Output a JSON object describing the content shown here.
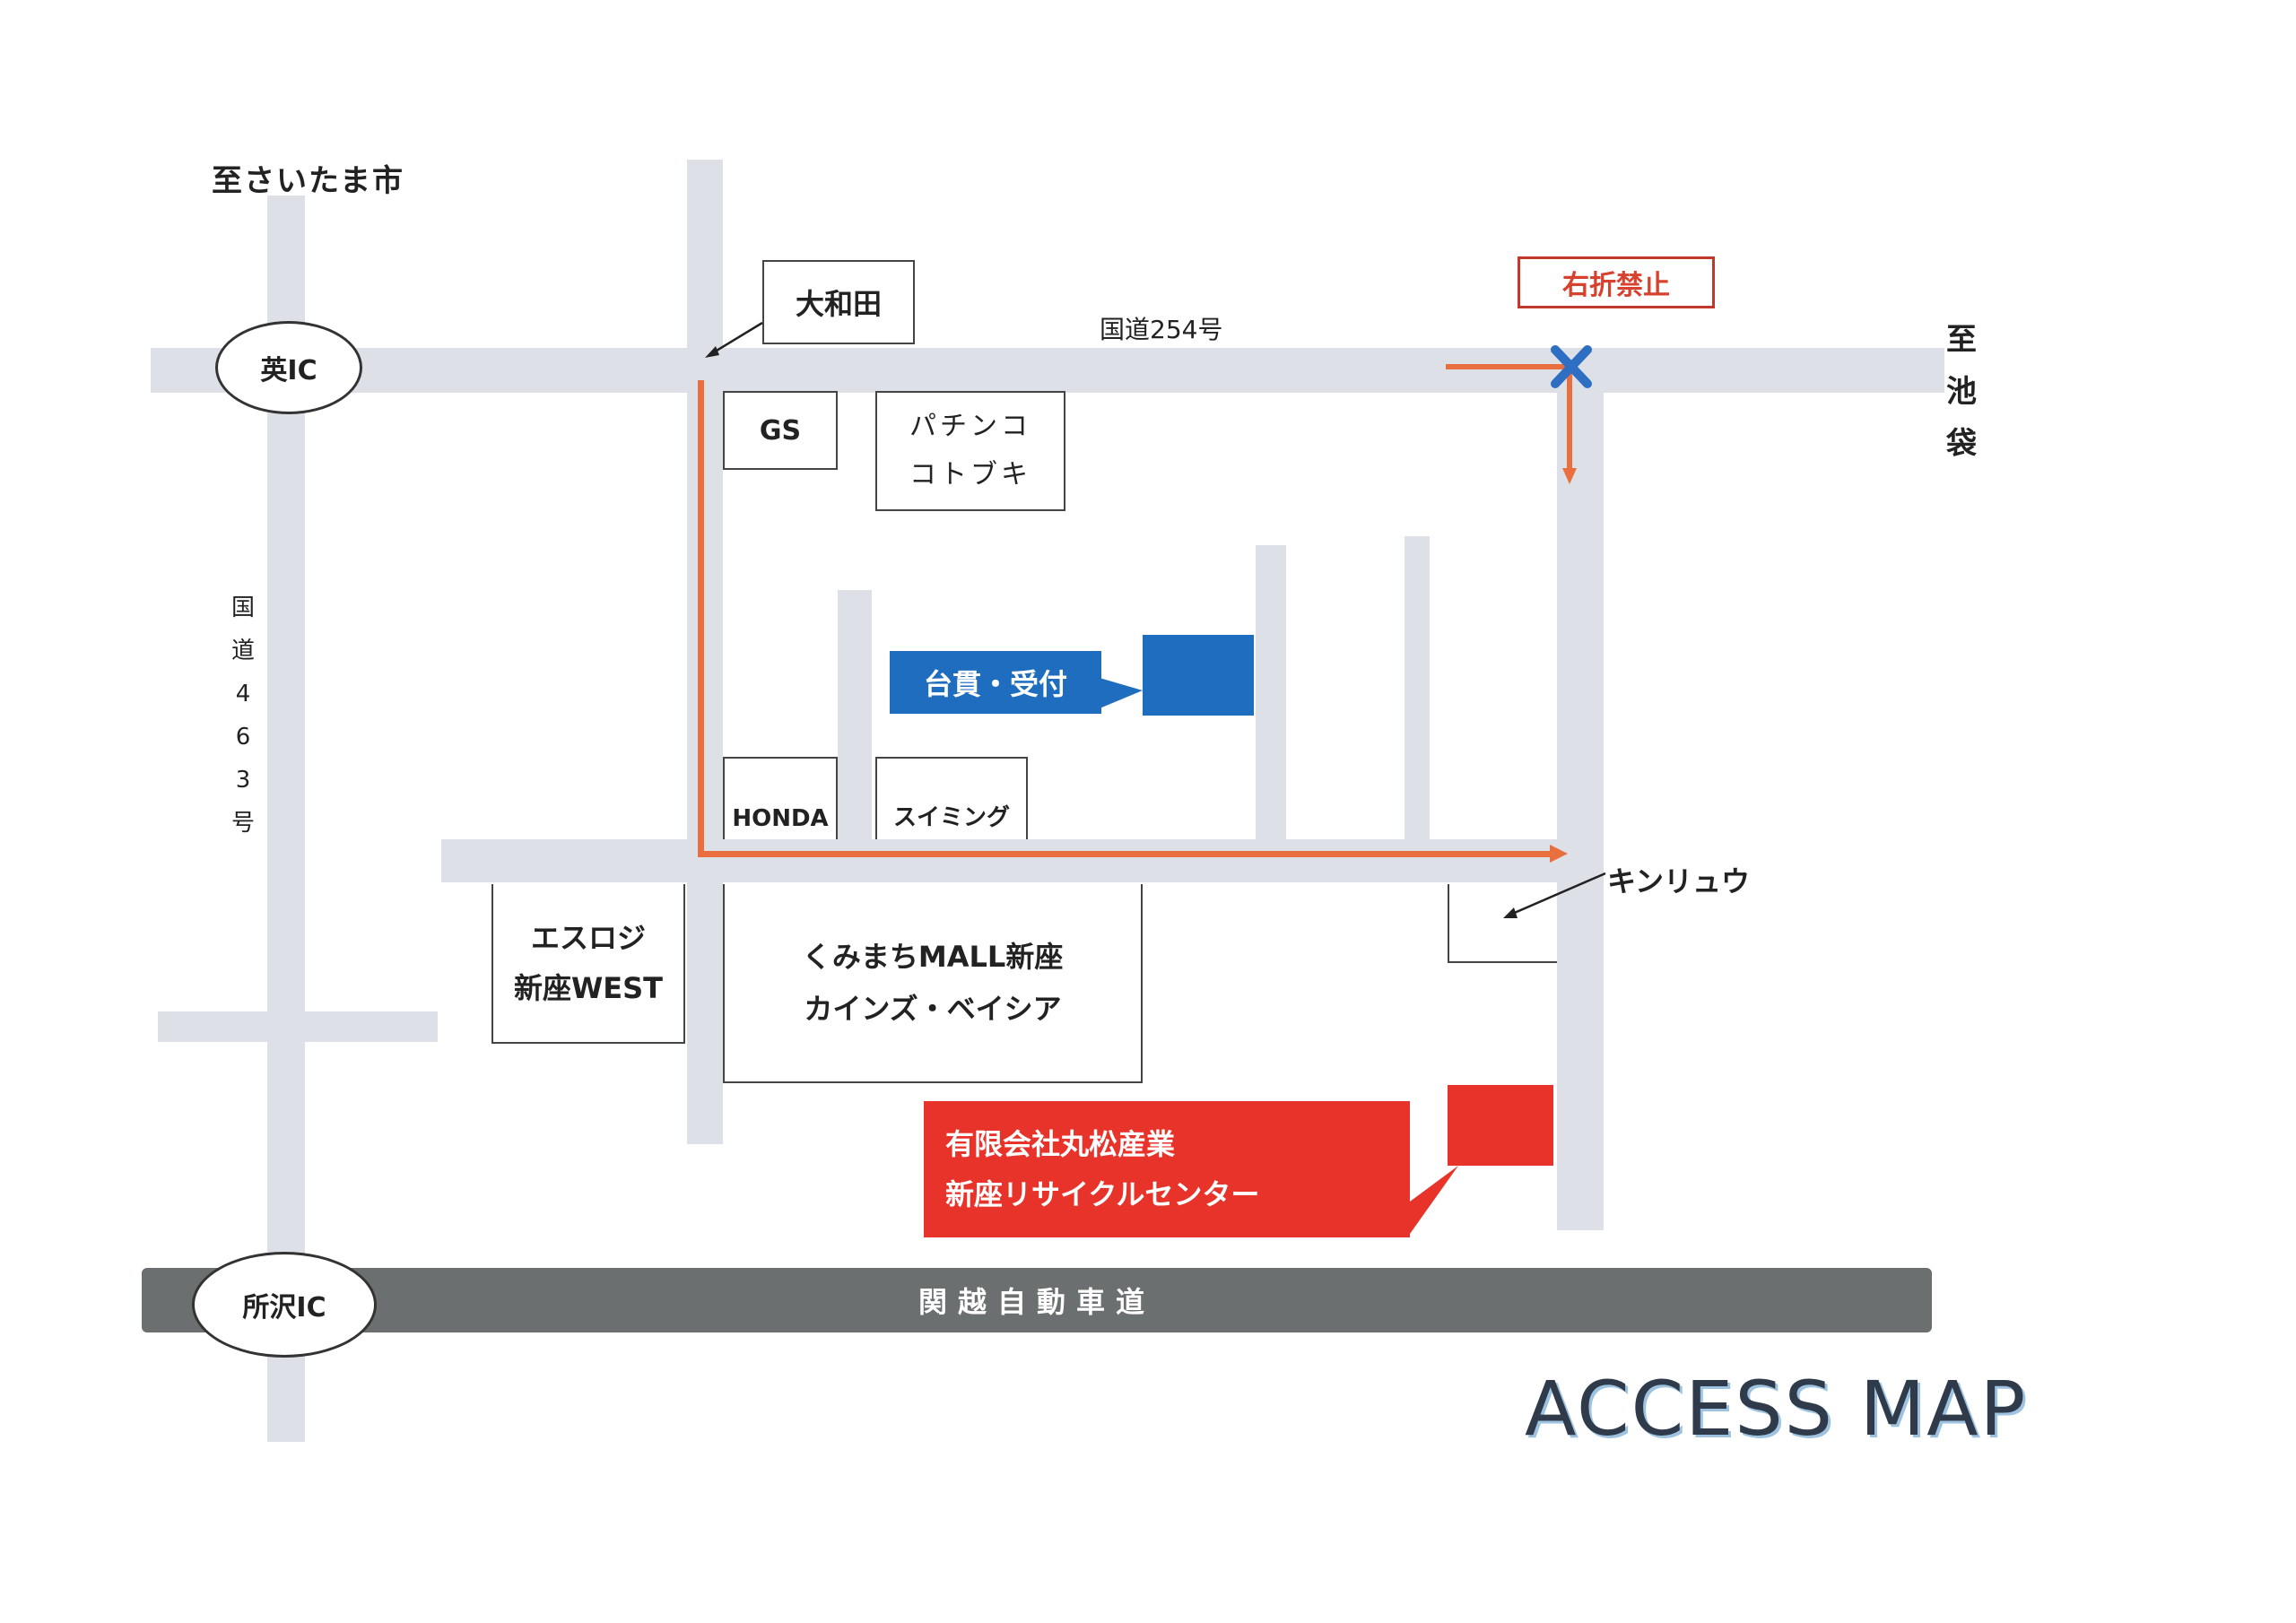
{
  "map": {
    "title": "ACCESS MAP",
    "direction_saitama": "至さいたま市",
    "direction_ikebukuro": [
      "至",
      "池",
      "袋"
    ],
    "route254": "国道254号",
    "route463": [
      "国",
      "道",
      "4",
      "6",
      "3",
      "号"
    ],
    "expressway": "関越自動車道",
    "ic_top": "英IC",
    "ic_bottom": "所沢IC",
    "no_right_turn": "右折禁止",
    "owada": "大和田",
    "gs": "GS",
    "pachinko": [
      "パチンコ",
      "コトブキ"
    ],
    "reception": "台貫・受付",
    "honda": "HONDA",
    "swimming": "スイミング",
    "kinryu": "キンリュウ",
    "esulogi": [
      "エスロジ",
      "新座WEST"
    ],
    "kumamachi": [
      "くみまちMALL新座",
      "カインズ・ベイシア"
    ],
    "company": [
      "有限会社丸松産業",
      "新座リサイクルセンター"
    ],
    "colors": {
      "road": "#dde1e7",
      "expressway": "#6b6f6f",
      "route": "#e9703e",
      "reception_blue": "#1f6dbf",
      "company_red": "#e8332b",
      "warning_red": "#d9412f",
      "cross_blue": "#2e6fc4"
    }
  }
}
